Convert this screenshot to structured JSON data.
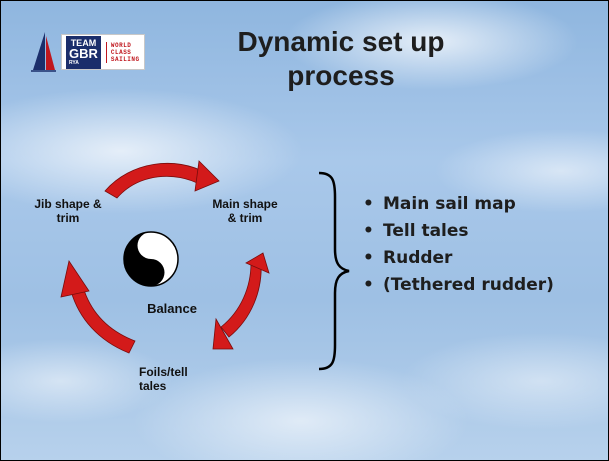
{
  "logo": {
    "team_line": "TEAM",
    "gbr_line": "GBR",
    "rya_line": "RYA",
    "wcs_lines": [
      "WORLD",
      "CLASS",
      "SAILING"
    ]
  },
  "slide": {
    "title": "Dynamic set up process"
  },
  "diagram": {
    "labels": {
      "jib": "Jib shape & trim",
      "main": "Main shape & trim",
      "balance": "Balance",
      "foils": "Foils/tell tales"
    },
    "arrow_color": "#d31a1a",
    "center_icon": "yin-yang-icon"
  },
  "bullets": [
    {
      "bullet": "•",
      "text": "Main sail map"
    },
    {
      "bullet": "•",
      "text": "Tell tales"
    },
    {
      "bullet": "•",
      "text": "Rudder"
    },
    {
      "bullet": "•",
      "text": "(Tethered rudder)"
    }
  ]
}
